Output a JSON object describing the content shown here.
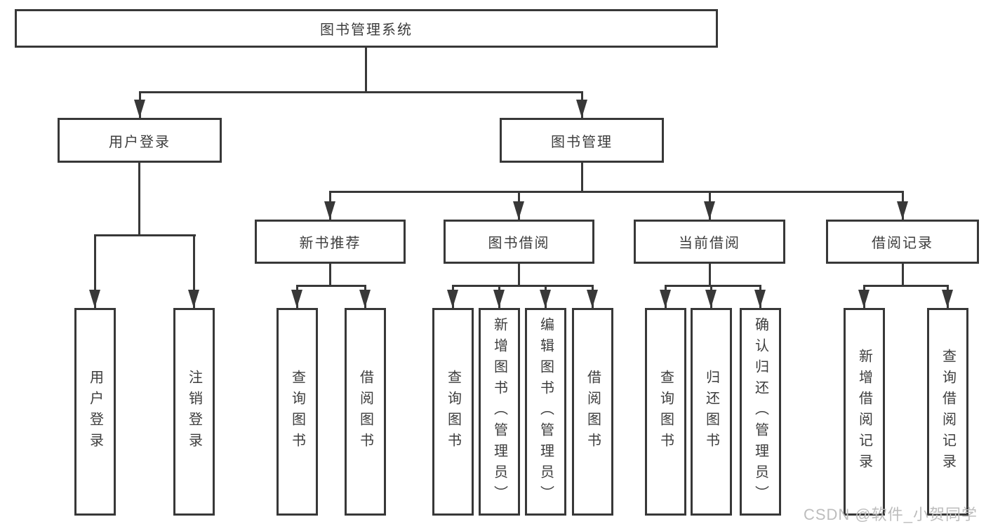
{
  "tree": {
    "label": "图书管理系统",
    "children": [
      {
        "label": "用户登录",
        "children": [
          {
            "label": "用户登录"
          },
          {
            "label": "注销登录"
          }
        ]
      },
      {
        "label": "图书管理",
        "children": [
          {
            "label": "新书推荐",
            "children": [
              {
                "label": "查询图书"
              },
              {
                "label": "借阅图书"
              }
            ]
          },
          {
            "label": "图书借阅",
            "children": [
              {
                "label": "查询图书"
              },
              {
                "label": "新增图书（管理员）"
              },
              {
                "label": "编辑图书（管理员）"
              },
              {
                "label": "借阅图书"
              }
            ]
          },
          {
            "label": "当前借阅",
            "children": [
              {
                "label": "查询图书"
              },
              {
                "label": "归还图书"
              },
              {
                "label": "确认归还（管理员）"
              }
            ]
          },
          {
            "label": "借阅记录",
            "children": [
              {
                "label": "新增借阅记录"
              },
              {
                "label": "查询借阅记录"
              }
            ]
          }
        ]
      }
    ]
  },
  "watermark": {
    "text": "CSDN @软件_小贺同学"
  },
  "colors": {
    "line": "#383838",
    "text": "#3d3d3d",
    "watermark": "#bdbdbd",
    "background": "#ffffff"
  }
}
